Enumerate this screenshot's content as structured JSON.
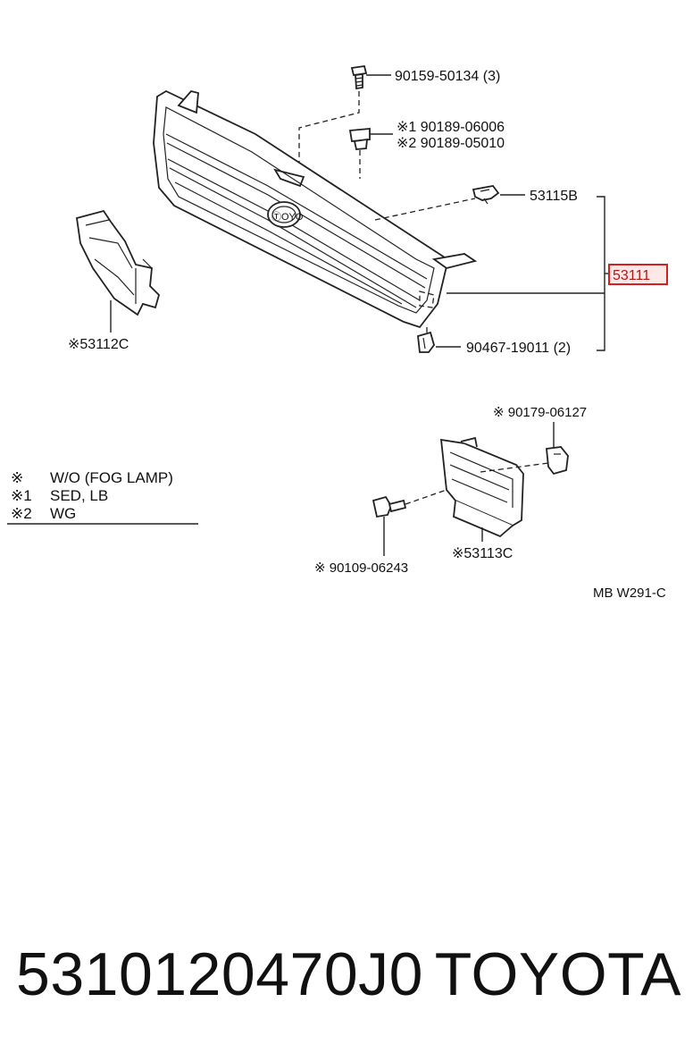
{
  "labels": {
    "p90159": "90159-50134 (3)",
    "p90189a": "※1 90189-06006",
    "p90189b": "※2 90189-05010",
    "p53115": "53115B",
    "p53111": "53111",
    "p53112": "※53112C",
    "p90467": "90467-19011 (2)",
    "p90179": "※ 90179-06127",
    "p53113": "※53113C",
    "p90109": "※ 90109-06243"
  },
  "legend": [
    {
      "mark": "※",
      "text": "W/O (FOG LAMP)"
    },
    {
      "mark": "※1",
      "text": "SED, LB"
    },
    {
      "mark": "※2",
      "text": "WG"
    }
  ],
  "diagram_code": "MB W291-C",
  "emblem_text": "ⓉOYO",
  "footer": {
    "part_number": "5310120470J0",
    "brand": "TOYOTA"
  },
  "colors": {
    "highlight_border": "#d42020",
    "highlight_fill": "#fde8e8"
  }
}
